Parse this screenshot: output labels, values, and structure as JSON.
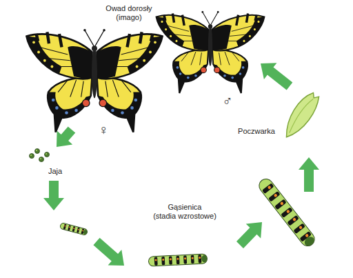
{
  "diagram": {
    "labels": [
      "Owad dorosły (imago)",
      "♀",
      "♂",
      "Jaja",
      "Gąsienica (stadia wzrostowe)",
      "Poczwarka"
    ]
  }
}
